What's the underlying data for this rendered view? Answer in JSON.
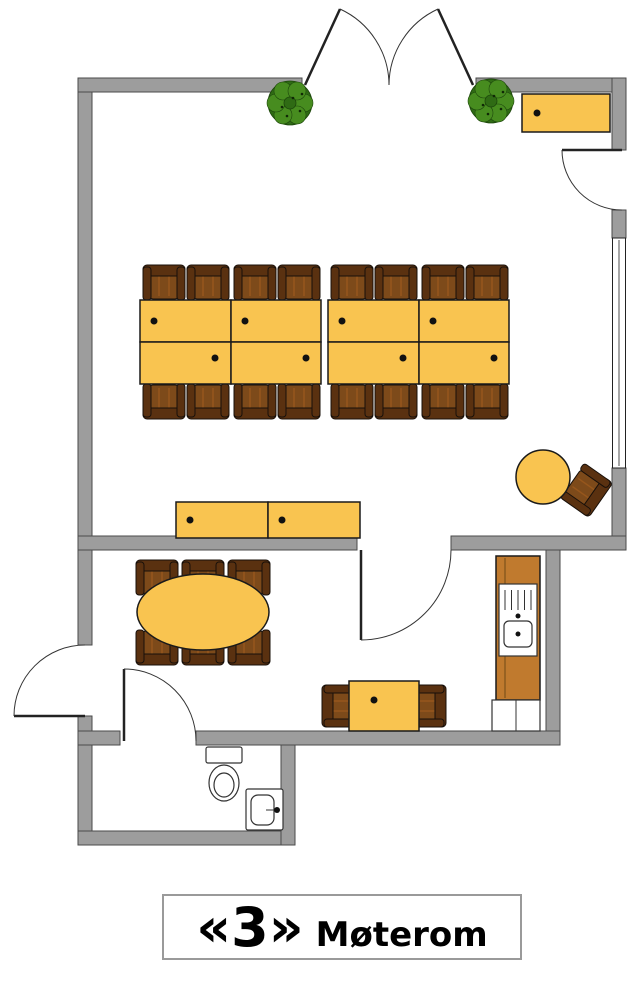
{
  "title": {
    "number": "«3»",
    "name": "Møterom"
  },
  "colors": {
    "wall": "#9d9d9d",
    "wall-outline": "#4a4a4a",
    "table-fill": "#f9c450",
    "outline": "#1a1a1a",
    "chair-dark": "#5a3110",
    "chair-mid": "#7d4a1a",
    "chair-stripe": "#96561c",
    "counter-wood": "#c07a2e",
    "plant-dark": "#2f6b14",
    "plant-light": "#478c1f",
    "label-border": "#9a9a9a"
  },
  "legend": {
    "rooms": [
      "meeting-room",
      "break-room",
      "bathroom"
    ],
    "furniture": [
      {
        "name": "desk",
        "count": 8
      },
      {
        "name": "side-table",
        "count": 2
      },
      {
        "name": "wall-cabinet",
        "count": 1
      },
      {
        "name": "oval-table",
        "count": 1
      },
      {
        "name": "square-table",
        "count": 1
      },
      {
        "name": "round-table",
        "count": 1
      },
      {
        "name": "chair",
        "count": 25
      },
      {
        "name": "plant",
        "count": 2
      },
      {
        "name": "kitchen-counter-with-sink",
        "count": 1
      },
      {
        "name": "toilet",
        "count": 1
      },
      {
        "name": "hand-basin",
        "count": 1
      }
    ]
  }
}
